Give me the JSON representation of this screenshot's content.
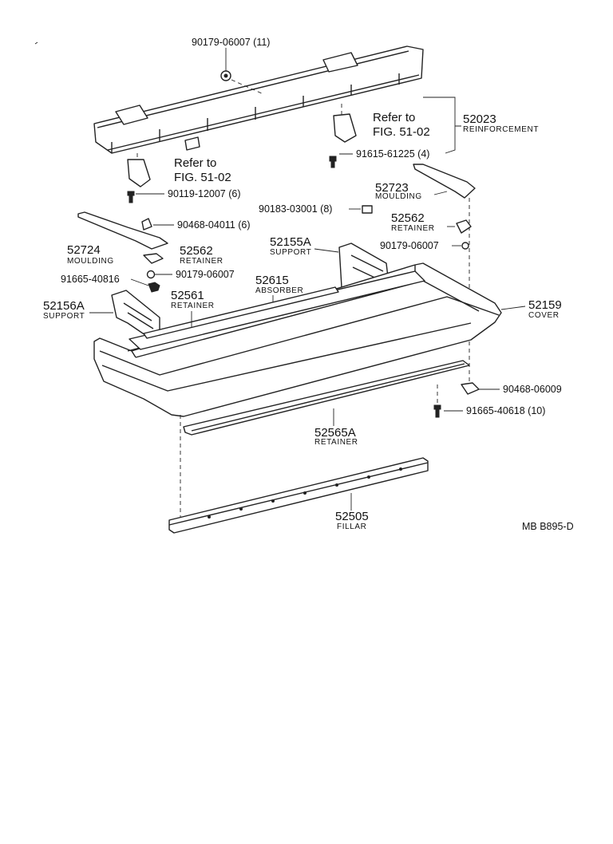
{
  "reference": "MB  B895-D",
  "callouts": {
    "nut_90179_06007_11": "90179-06007 (11)",
    "reinforcement_no": "52023",
    "reinforcement_name": "REINFORCEMENT",
    "refer_a_line1": "Refer to",
    "refer_a_line2": "FIG. 51-02",
    "refer_b_line1": "Refer to",
    "refer_b_line2": "FIG. 51-02",
    "bolt_91615_61225": "91615-61225 (4)",
    "bolt_90119_12007": "90119-12007 (6)",
    "moulding_r_no": "52723",
    "moulding_r_name": "MOULDING",
    "clip_90183_03001": "90183-03001 (8)",
    "retainer_r_no": "52562",
    "retainer_r_name": "RETAINER",
    "nut_90179_06007_r": "90179-06007",
    "clip_90468_04011": "90468-04011 (6)",
    "moulding_l_no": "52724",
    "moulding_l_name": "MOULDING",
    "retainer_l_no": "52562",
    "retainer_l_name": "RETAINER",
    "support_r_no": "52155A",
    "support_r_name": "SUPPORT",
    "bolt_91665_40816": "91665-40816",
    "nut_90179_06007_l": "90179-06007",
    "absorber_no": "52615",
    "absorber_name": "ABSORBER",
    "support_l_no": "52156A",
    "support_l_name": "SUPPORT",
    "retainer_52561_no": "52561",
    "retainer_52561_name": "RETAINER",
    "cover_no": "52159",
    "cover_name": "COVER",
    "clip_90468_06009": "90468-06009",
    "bolt_91665_40618": "91665-40618 (10)",
    "retainer_52565a_no": "52565A",
    "retainer_52565a_name": "RETAINER",
    "filler_no": "52505",
    "filler_name": "FILLAR"
  }
}
